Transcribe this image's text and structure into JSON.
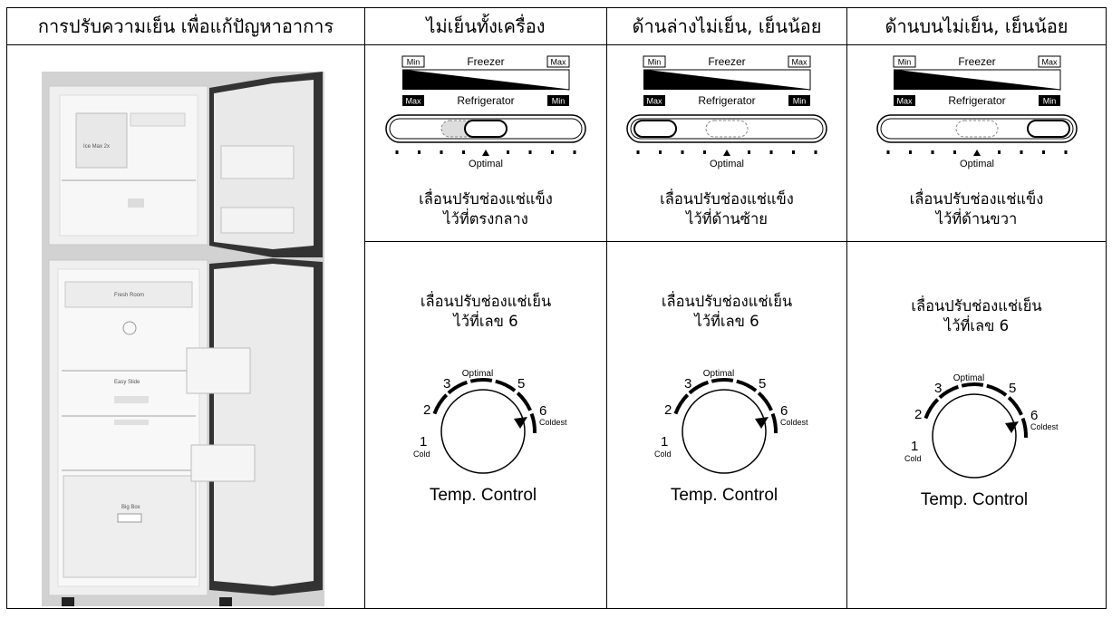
{
  "header": {
    "col1": "การปรับความเย็น เพื่อแก้ปัญหาอาการ",
    "col2": "ไม่เย็นทั้งเครื่อง",
    "col3": "ด้านล่างไม่เย็น, เย็นน้อย",
    "col4": "ด้านบนไม่เย็น, เย็นน้อย"
  },
  "freezer_panel": {
    "min": "Min",
    "freezer": "Freezer",
    "max": "Max",
    "max2": "Max",
    "refrigerator": "Refrigerator",
    "min2": "Min",
    "optimal": "Optimal"
  },
  "dial": {
    "n1": "1",
    "n2": "2",
    "n3": "3",
    "n5": "5",
    "n6": "6",
    "optimal": "Optimal",
    "cold": "Cold",
    "coldest": "Coldest",
    "title": "Temp. Control"
  },
  "fridge_labels": {
    "ice_max": "Ice Max 2x",
    "fresh_room": "Fresh Room",
    "easy_slide": "Easy Slide",
    "big_box": "Big Box"
  },
  "columns": [
    {
      "slider_position": 0.5,
      "freezer_caption_1": "เลื่อนปรับช่องแช่แข็ง",
      "freezer_caption_2": "ไว้ที่ตรงกลาง",
      "fridge_caption_1": "เลื่อนปรับช่องแช่เย็น",
      "fridge_caption_2": "ไว้ที่เลข 6"
    },
    {
      "slider_position": 0.0,
      "freezer_caption_1": "เลื่อนปรับช่องแช่แข็ง",
      "freezer_caption_2": "ไว้ที่ด้านซ้าย",
      "fridge_caption_1": "เลื่อนปรับช่องแช่เย็น",
      "fridge_caption_2": "ไว้ที่เลข 6"
    },
    {
      "slider_position": 1.0,
      "freezer_caption_1": "เลื่อนปรับช่องแช่แข็ง",
      "freezer_caption_2": "ไว้ที่ด้านขวา",
      "fridge_caption_1": "เลื่อนปรับช่องแช่เย็น",
      "fridge_caption_2": "ไว้ที่เลข 6"
    }
  ]
}
